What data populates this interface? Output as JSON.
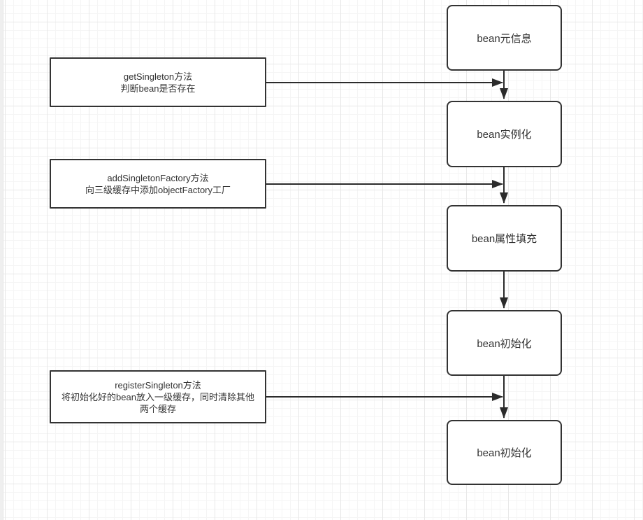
{
  "diagram": {
    "flow_nodes": [
      {
        "label": "bean元信息"
      },
      {
        "label": "bean实例化"
      },
      {
        "label": "bean属性填充"
      },
      {
        "label": "bean初始化"
      },
      {
        "label": "bean初始化"
      }
    ],
    "annotations": [
      {
        "lines": [
          "getSingleton方法",
          "判断bean是否存在"
        ]
      },
      {
        "lines": [
          "addSingletonFactory方法",
          "向三级缓存中添加objectFactory工厂"
        ]
      },
      {
        "lines": [
          "registerSingleton方法",
          "将初始化好的bean放入一级缓存，同时清除其他",
          "两个缓存"
        ]
      }
    ],
    "colors": {
      "node_border": "#333333",
      "connector": "#2b2b2b",
      "text": "#333333",
      "grid_minor": "#f5f5f5",
      "grid_major": "#e8e8e8",
      "canvas_background": "#ffffff"
    }
  }
}
